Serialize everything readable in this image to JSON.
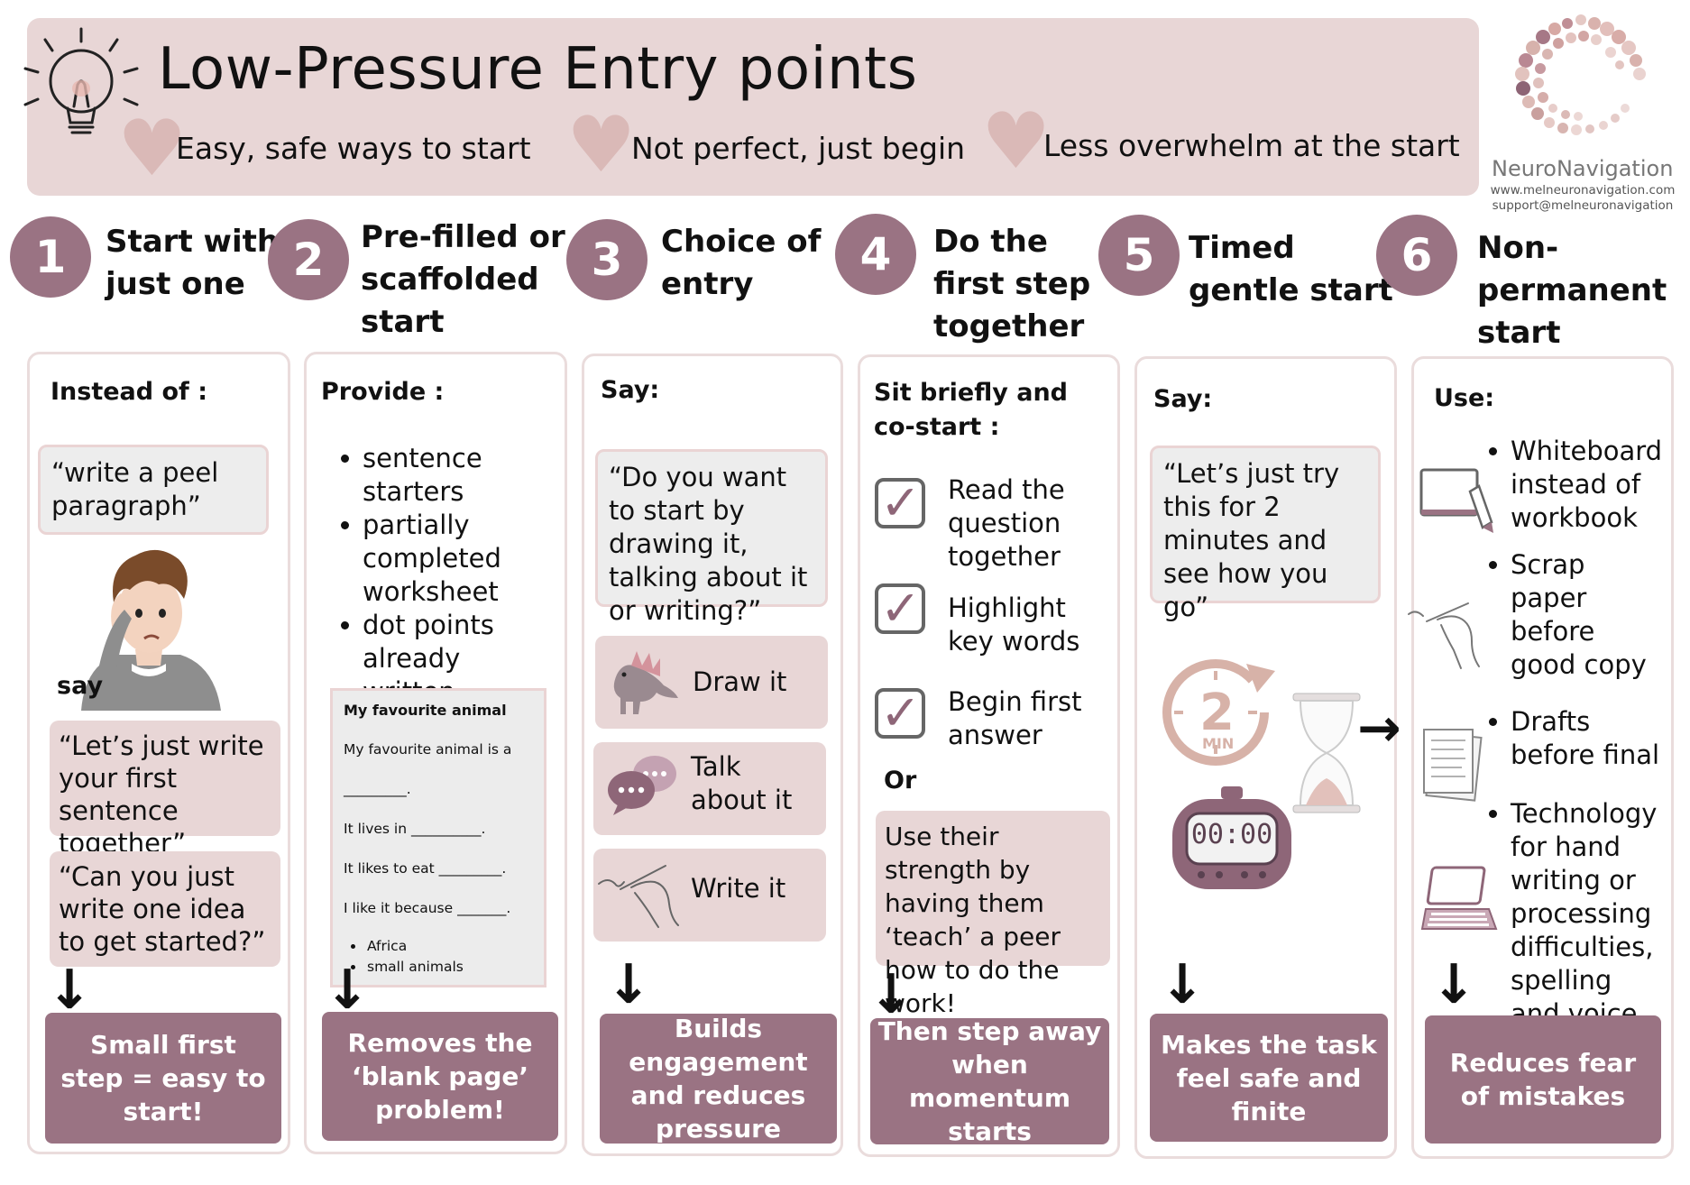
{
  "header": {
    "title": "Low-Pressure Entry points",
    "taglines": [
      "Easy, safe ways to start",
      "Not perfect, just begin",
      "Less overwhelm at the start"
    ]
  },
  "logo": {
    "name": "NeuroNavigation",
    "website": "www.melneuronavigation.com",
    "email": "support@melneuronavigation"
  },
  "steps": [
    {
      "number": "1",
      "title_lines": [
        "Start with",
        "just one"
      ]
    },
    {
      "number": "2",
      "title_lines": [
        "Pre-filled or",
        "scaffolded",
        "start"
      ]
    },
    {
      "number": "3",
      "title_lines": [
        "Choice of",
        "entry"
      ]
    },
    {
      "number": "4",
      "title_lines": [
        "Do the",
        "first step",
        "together"
      ]
    },
    {
      "number": "5",
      "title_lines": [
        "Timed",
        "gentle start"
      ]
    },
    {
      "number": "6",
      "title_lines": [
        "Non-",
        "permanent",
        "start"
      ]
    }
  ],
  "col1": {
    "label": "Instead of :",
    "quote": "“write a peel paragraph”",
    "say": "say",
    "quote2": "“Let’s just write your first sentence together”",
    "quote3": "“Can you just write one idea to get started?”",
    "footer": "Small first step = easy to start!"
  },
  "col2": {
    "label": "Provide :",
    "items": [
      "sentence starters",
      "partially completed worksheet",
      "dot points already written"
    ],
    "worksheet": {
      "title": "My favourite animal",
      "line1": "My favourite animal is a",
      "line2": "_________.",
      "line3": "It lives in __________.",
      "line4": "It likes to eat _________.",
      "line5": "I like it because _______.",
      "bullets": [
        "Africa",
        "small animals"
      ]
    },
    "footer": "Removes the ‘blank page’ problem!"
  },
  "col3": {
    "label": "Say:",
    "quote": "“Do you want to start by drawing it, talking about it or writing?”",
    "options": [
      "Draw it",
      "Talk about it",
      "Write it"
    ],
    "footer": "Builds engagement and reduces pressure"
  },
  "col4": {
    "label": "Sit briefly and co-start :",
    "checks": [
      "Read the question together",
      "Highlight key words",
      "Begin first answer"
    ],
    "or": "Or",
    "alt": "Use their strength by having them ‘teach’ a peer how to do the work!",
    "footer": "Then step away when momentum starts"
  },
  "col5": {
    "label": "Say:",
    "quote": "“Let’s just try this for 2 minutes and see how you go”",
    "timer_number": "2",
    "timer_unit": "MIN",
    "stopwatch": "00:00",
    "footer": "Makes the task feel safe and finite"
  },
  "col6": {
    "label": "Use:",
    "items": [
      "Whiteboard instead of workbook",
      "Scrap paper before good copy",
      "Drafts before final",
      "Technology for hand writing or processing difficulties, spelling and voice to text"
    ],
    "footer": "Reduces fear of mistakes"
  },
  "colors": {
    "accent": "#9a7383",
    "banner": "#e8d6d6",
    "heart": "#d8b4b2"
  }
}
